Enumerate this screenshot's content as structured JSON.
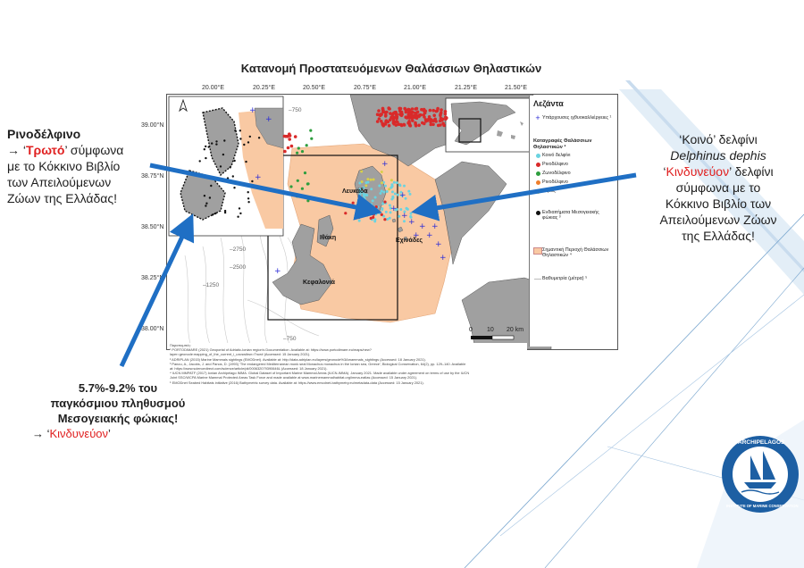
{
  "map": {
    "title": "Κατανομή Προστατευόμενων Θαλάσσιων Θηλαστικών",
    "lon_ticks": [
      "20.00°E",
      "20.25°E",
      "20.50°E",
      "20.75°E",
      "21.00°E",
      "21.25°E",
      "21.50°E"
    ],
    "lat_ticks": [
      "39.00°N",
      "38.75°N",
      "38.50°N",
      "38.25°N",
      "38.00°N"
    ],
    "place_labels": {
      "lefkada": "Λευκάδα",
      "ithaki": "Ιθάκη",
      "kefalonia": "Κεφαλονιά",
      "echinades": "Εχινάδες"
    },
    "depth_labels": [
      "–750",
      "–2750",
      "–2500",
      "–1250",
      "–750"
    ],
    "scale": {
      "zero": "0",
      "ten": "10",
      "twenty": "20 km"
    },
    "colors": {
      "land": "#a0a0a0",
      "important_area": "#f9c9a3",
      "sea": "#ffffff",
      "bottlenose": "#2e9e3e",
      "common_dolphin": "#6ad3e0",
      "harbour_porpoise": "#d92a2a",
      "striped": "#ef7f2c",
      "ziphius": "#d8cf4a",
      "monk_seal": "#111111",
      "fish_farm": "#2b2bd6"
    }
  },
  "legend": {
    "title": "Λεζάντα",
    "fish_farms": "Υπάρχουσες ιχθυοκαλλιέργειες ¹",
    "records_heading": "Καταγραφές Θαλάσσιων Θηλαστικών ²",
    "common_dolphin": "Κοινό δελφίνι",
    "harbour_porpoise": "Ρινοδέλφινο",
    "bottlenose": "Ζωνοδέλφινο",
    "striped": "Ρινοδέλφινο",
    "ziphius": "Ζιφιός",
    "monk_seal": "Ενδιαιτήματα Μεσογειακής φώκιας ³",
    "important_area": "Σημαντική Περιοχή Θαλάσσιων Θηλαστικών ⁴",
    "bathymetry": "Βαθυμετρία (μέτρα) ⁵"
  },
  "references": {
    "heading": "Παραπομπές:",
    "lines": [
      "¹ PORTODIMARE (2021) Geoportal of Adriatic-Ionian region's Documentation. Available at: https://www.portodimare.eu/maps/new?",
      "layer=geonode:mapping_of_the_current_i_uxcswibsn=True# (Accessed: 15 January 2021).",
      "² ADRIPLAN (2015) Marine Mammals sightings (EMODnet). Available at: http://data.adriplan.eu/layers/geonode%3Amammals_sightings (Accessed: 18 January 2021).",
      "³ Panou, A., Jacobs, J. and Panos, D. (1993) 'The endangered Mediterranean monk seal Monachus monachus in the Ionian sea, Greece', Biological Conservation, 64(2), pp. 129–140. Available",
      "at: https://www.sciencedirect.com/science/article/pii/000632079390646L (Accessed: 18 January 2021).",
      "⁴ IUCN MMPATF (2017) Ionian Archipelago IMMA. Global Dataset of Important Marine Mammal Areas (IUCN-IMMA). January 2021. Made available under agreement on terms of use by the IUCN",
      "Joint SSC/WCPA Marine Mammal Protected Areas Task Force and made available at www.marinemammalhabitat.org/imma-eatlas (Accessed: 15 January 2021).",
      "⁵ EMODnet Seabed Habitats initiative (2016) Bathymetric survey data. Available at: https://www.emodnet-bathymetry.eu/metadata-data (Accessed: 15 January 2021)."
    ]
  },
  "logo": {
    "top_text": "ARCHIPELAGOS",
    "bottom_text": "INSTITUTE OF MARINE CONSERVATION"
  },
  "annotations": {
    "porpoise": {
      "title": "Ρινοδέλφινο",
      "arrow": "→ ‘",
      "status": "Τρωτό",
      "rest1": "’ σύμφωνα",
      "line3": "με το Κόκκινο Βιβλίο",
      "line4": "των Απειλούμενων",
      "line5": "Ζώων της Ελλάδας!"
    },
    "common": {
      "line1": "‘Κοινό’ δελφίνι",
      "line2": "Delphinus dephis",
      "quote_open": "‘",
      "status": "Κινδυνεύον",
      "rest": "’ δελφίνι",
      "line4": "σύμφωνα με το",
      "line5": "Κόκκινο Βιβλίο των",
      "line6": "Απειλούμενων Ζώων",
      "line7": "της Ελλάδας!"
    },
    "seal": {
      "line1": "5.7%-9.2% του",
      "line2": "παγκόσμιου πληθυσμού",
      "line3": "Μεσογειακής φώκιας!",
      "arrow": "→ ‘",
      "status": "Κινδυνεύον",
      "close": "’"
    }
  }
}
